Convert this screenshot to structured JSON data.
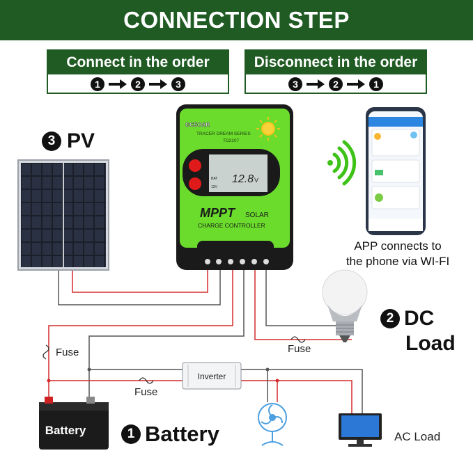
{
  "header": {
    "title": "CONNECTION STEP"
  },
  "connect": {
    "title": "Connect in the order",
    "steps": [
      "1",
      "2",
      "3"
    ]
  },
  "disconnect": {
    "title": "Disconnect in the order",
    "steps": [
      "3",
      "2",
      "1"
    ]
  },
  "pv": {
    "number": "3",
    "label": "PV"
  },
  "controller": {
    "brand": "GCSOAR",
    "series": "TRACER DREAM SERIES",
    "model": "TD2107",
    "display_value": "12.8",
    "display_unit": "V",
    "bat_label": "BAT",
    "volt_label": "12V",
    "title": "MPPT",
    "subtitle": "SOLAR",
    "subtitle2": "CHARGE CONTROLLER"
  },
  "app": {
    "caption_line1": "APP connects to",
    "caption_line2": "the phone via WI-FI"
  },
  "dc_load": {
    "number": "2",
    "line1": "DC",
    "line2": "Load"
  },
  "battery": {
    "number": "1",
    "label": "Battery",
    "device_label": "Battery"
  },
  "fuse": {
    "label": "Fuse"
  },
  "inverter": {
    "label": "Inverter"
  },
  "ac_load": {
    "label": "AC Load"
  },
  "colors": {
    "brand_green": "#1f5b22",
    "controller_green": "#6bdc2c",
    "wire_red": "#d42b2b",
    "wire_gray": "#555555"
  }
}
